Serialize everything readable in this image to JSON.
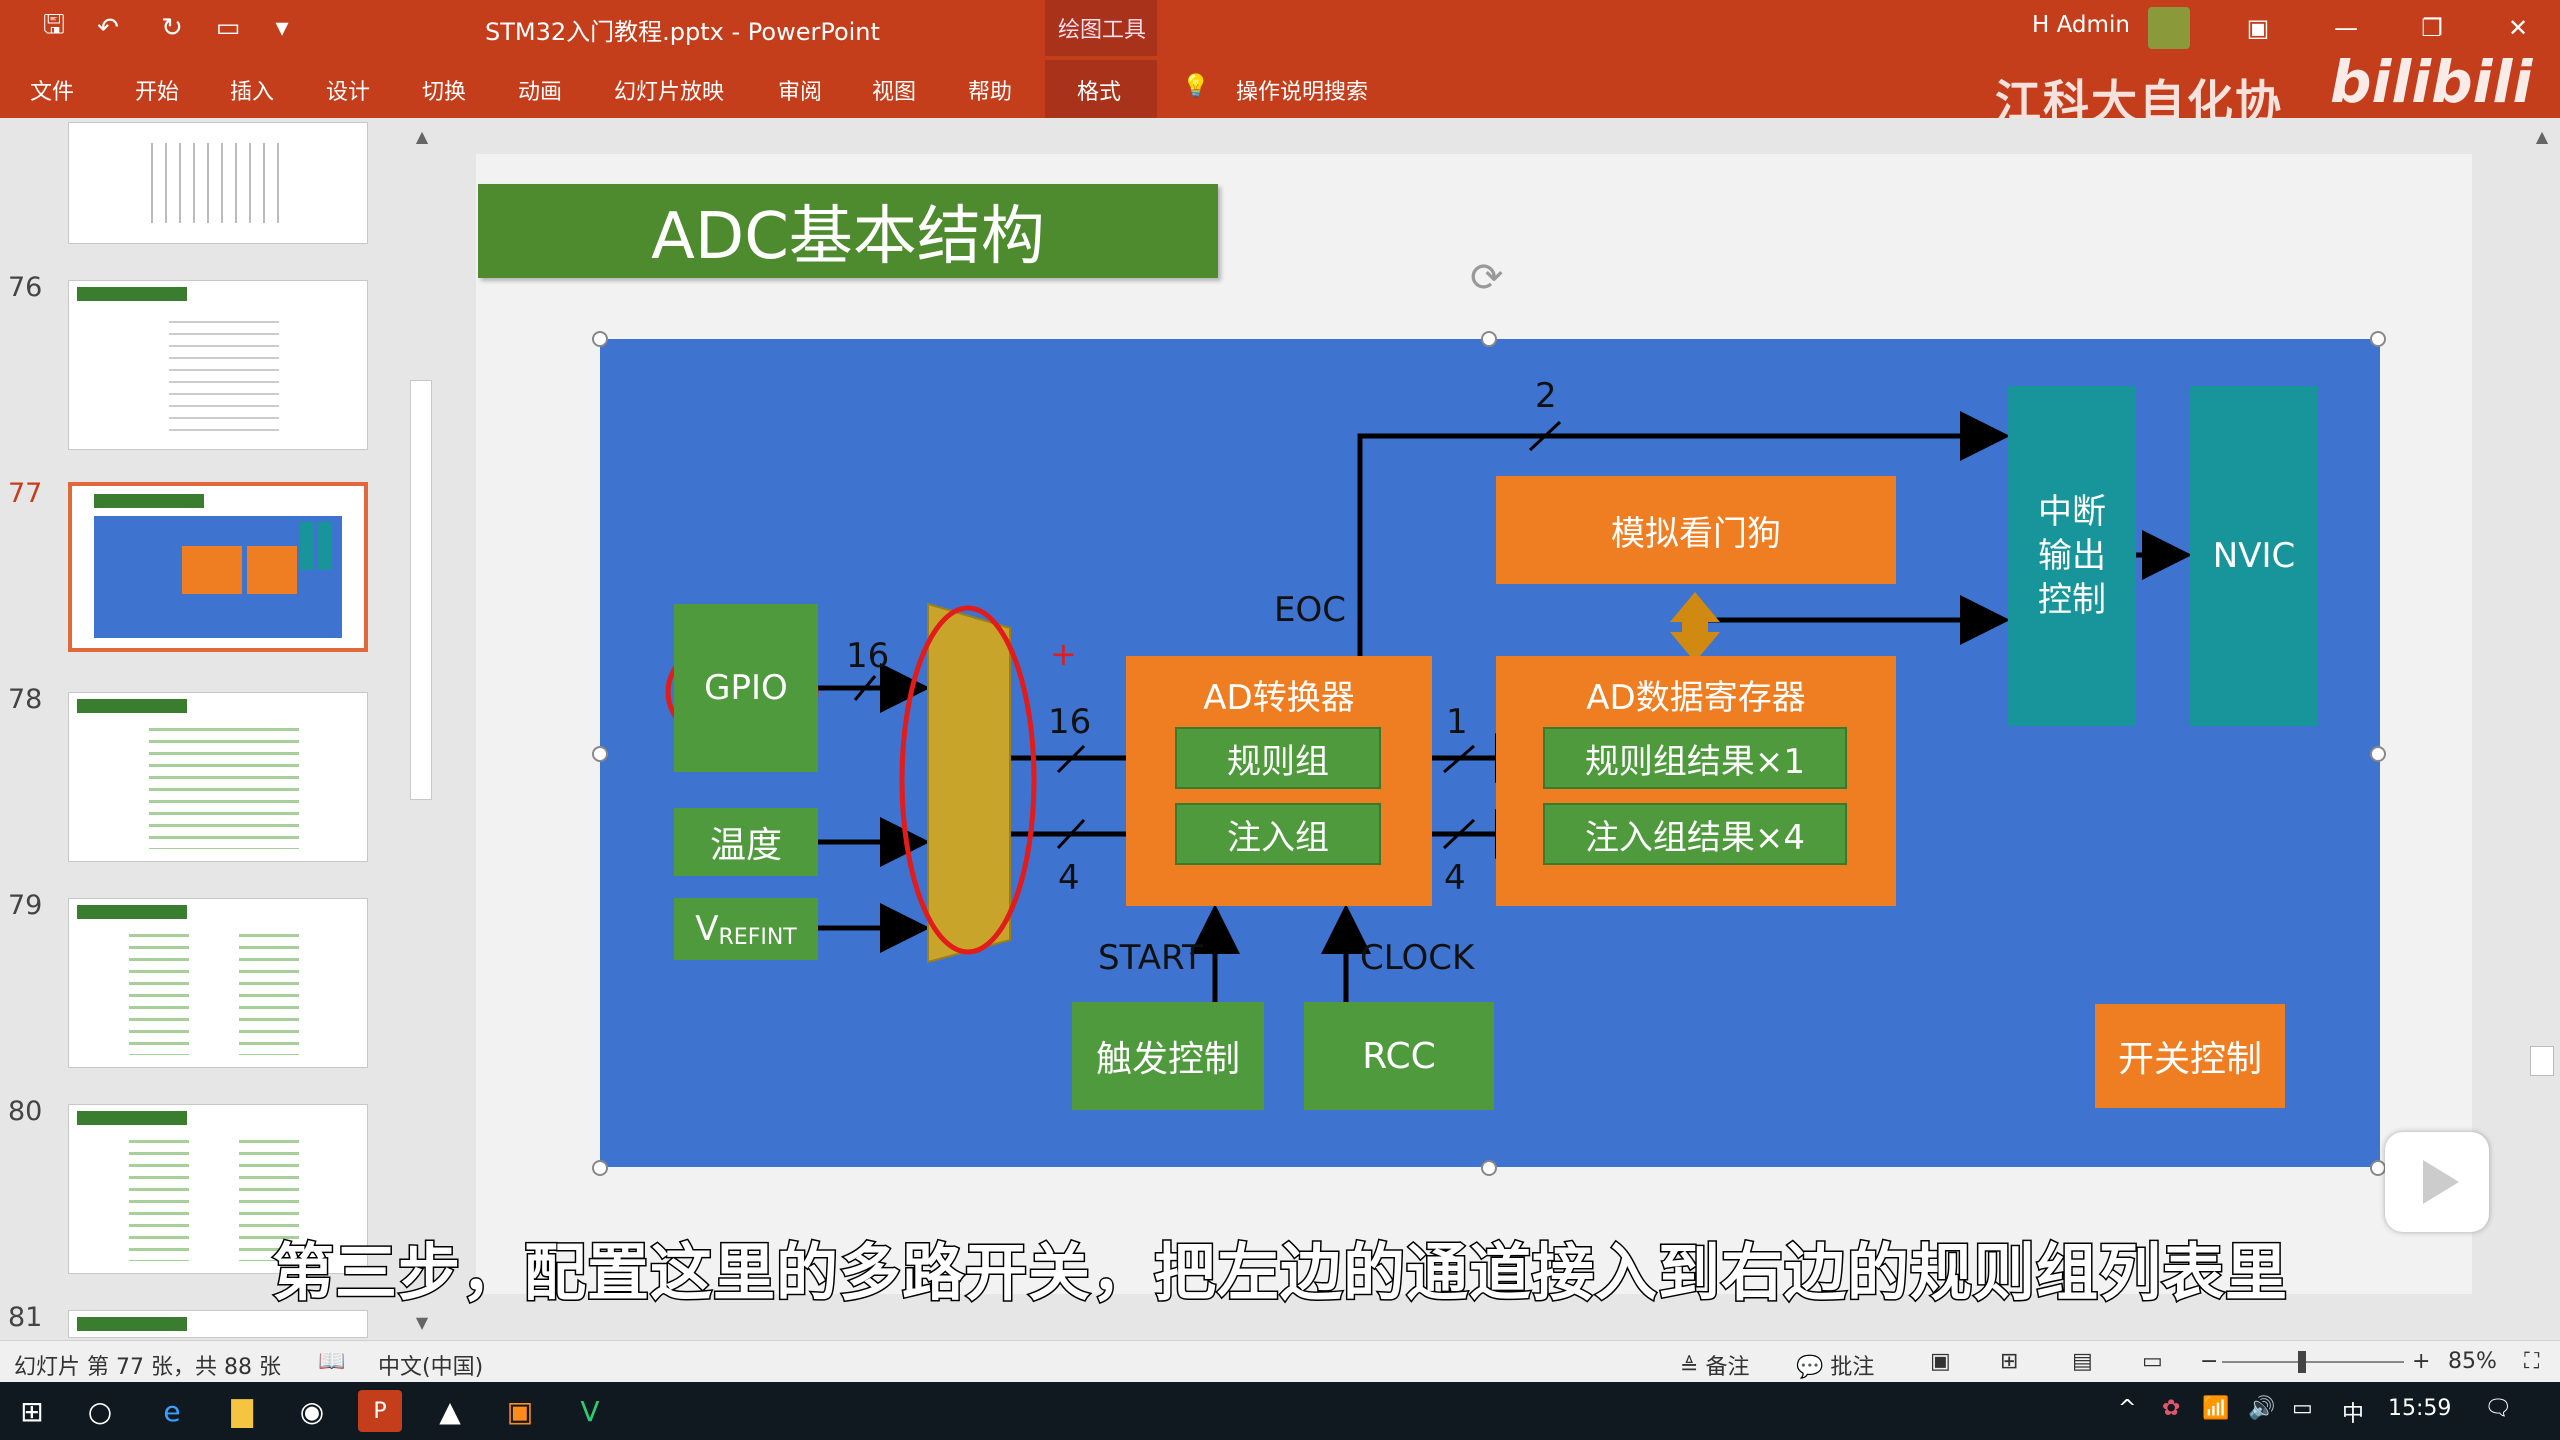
{
  "window": {
    "title": "STM32入门教程.pptx - PowerPoint",
    "context_tab_group": "绘图工具",
    "user": "H Admin"
  },
  "ribbon_tabs": [
    "文件",
    "开始",
    "插入",
    "设计",
    "切换",
    "动画",
    "幻灯片放映",
    "审阅",
    "视图",
    "帮助",
    "格式"
  ],
  "ribbon_search": "操作说明搜索",
  "overlay": {
    "watermark": "江科大自化协",
    "logo": "bilibili",
    "subtitle": "第三步，配置这里的多路开关，把左边的通道接入到右边的规则组列表里"
  },
  "thumbnails": [
    {
      "num": "",
      "title": ""
    },
    {
      "num": "76",
      "title": "ADC框图"
    },
    {
      "num": "77",
      "title": "ADC基本结构",
      "selected": true
    },
    {
      "num": "78",
      "title": "输入通道"
    },
    {
      "num": "79",
      "title": "转换模式"
    },
    {
      "num": "80",
      "title": "转换模式"
    },
    {
      "num": "81",
      "title": "转换模式"
    }
  ],
  "slide": {
    "title": "ADC基本结构",
    "diagram": {
      "inputs": [
        "GPIO",
        "温度",
        "V",
        "REFINT"
      ],
      "mux_label_in": "16",
      "converter": {
        "title": "AD转换器",
        "regular": "规则组",
        "injected": "注入组"
      },
      "data_register": {
        "title": "AD数据寄存器",
        "regular": "规则组结果×1",
        "injected": "注入组结果×4"
      },
      "watchdog": "模拟看门狗",
      "interrupt": "中断\n输出\n控制",
      "nvic": "NVIC",
      "trigger": "触发控制",
      "rcc": "RCC",
      "switch": "开关控制",
      "labels": {
        "eoc": "EOC",
        "start": "START",
        "clock": "CLOCK",
        "n2": "2",
        "n16a": "16",
        "n16b": "16",
        "n4a": "4",
        "n1": "1",
        "n4b": "4"
      }
    }
  },
  "statusbar": {
    "slide_info": "幻灯片 第 77 张，共 88 张",
    "language": "中文(中国)",
    "notes": "备注",
    "comments": "批注",
    "zoom": "85%"
  },
  "taskbar": {
    "time": "15:59",
    "ime": "中"
  }
}
